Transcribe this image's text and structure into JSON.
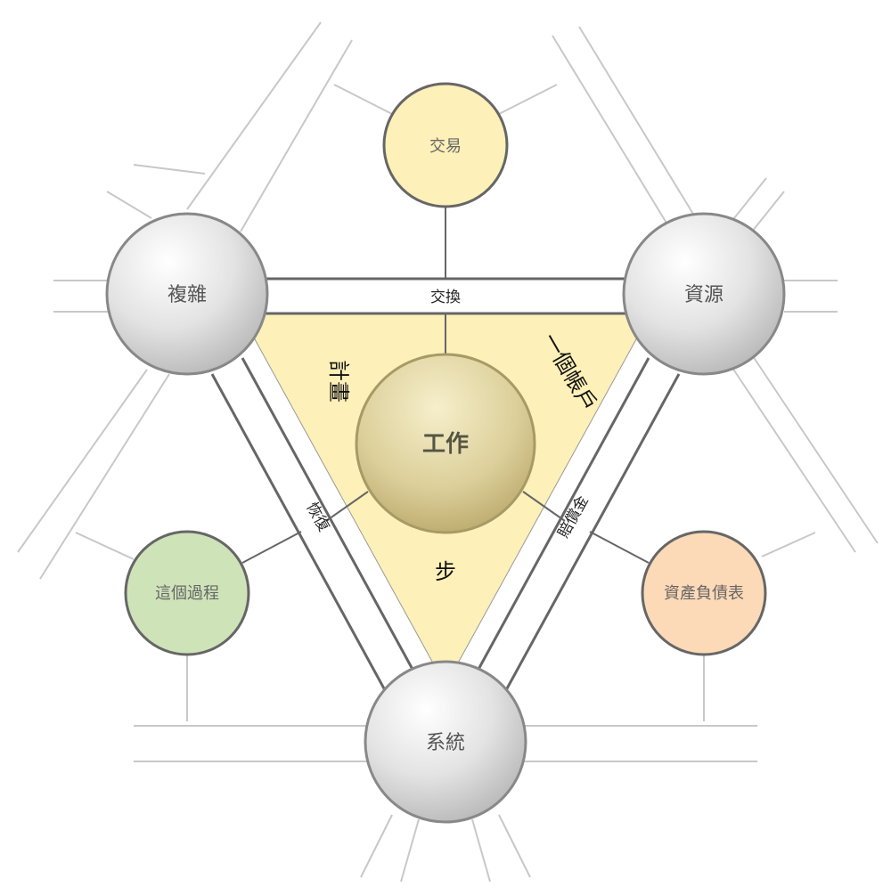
{
  "nodes": {
    "center": {
      "label": "工作"
    },
    "top_left": {
      "label": "複雜"
    },
    "top_right": {
      "label": "資源"
    },
    "bottom": {
      "label": "系統"
    },
    "top": {
      "label": "交易",
      "color": "#fdf0b8"
    },
    "left": {
      "label": "這個過程",
      "color": "#cfe3b9"
    },
    "right": {
      "label": "資產負債表",
      "color": "#fcd9b7"
    }
  },
  "edges": {
    "top": "交換",
    "left": "恢復",
    "right": "賠償金"
  },
  "regions": {
    "left": "計畫",
    "right": "一個帳戶",
    "bottom": "步"
  },
  "colors": {
    "triangle_fill": "#fdf0b8",
    "line": "#666666",
    "light_line": "#c8c8c8"
  }
}
